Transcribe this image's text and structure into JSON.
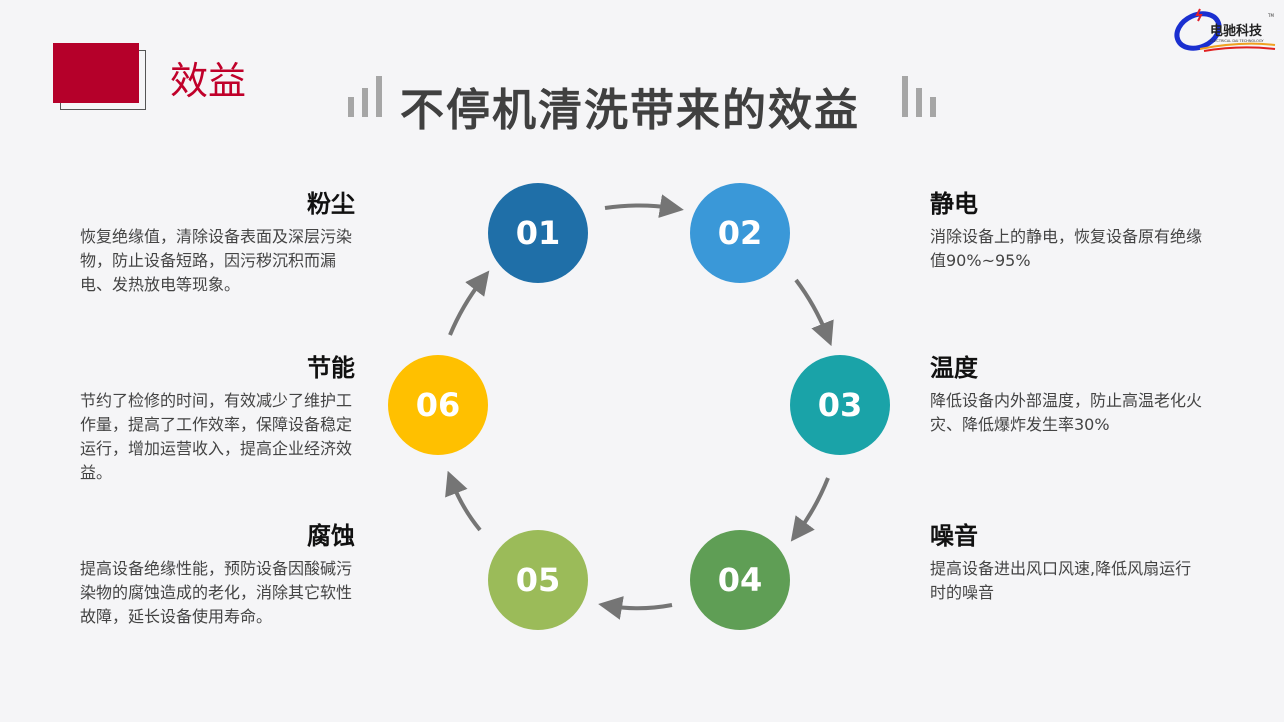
{
  "section_label": "效益",
  "title": "不停机清洗带来的效益",
  "logo": {
    "text": "电驰科技",
    "subtext": "ELECTRICAL DAI TECHNOLOGY",
    "tm": "TM"
  },
  "steps": [
    {
      "num": "01",
      "title": "粉尘",
      "desc": "恢复绝缘值，清除设备表面及深层污染物，防止设备短路，因污秽沉积而漏电、发热放电等现象。",
      "color": "#1f6fa8"
    },
    {
      "num": "02",
      "title": "静电",
      "desc": "消除设备上的静电，恢复设备原有绝缘值90%~95%",
      "color": "#3a98d8"
    },
    {
      "num": "03",
      "title": "温度",
      "desc": "降低设备内外部温度，防止高温老化火灾、降低爆炸发生率30%",
      "color": "#1aa3a8"
    },
    {
      "num": "04",
      "title": "噪音",
      "desc": "提高设备进出风口风速,降低风扇运行时的噪音",
      "color": "#5f9e55"
    },
    {
      "num": "05",
      "title": "腐蚀",
      "desc": "提高设备绝缘性能，预防设备因酸碱污染物的腐蚀造成的老化，消除其它软性故障，延长设备使用寿命。",
      "color": "#9bbb59"
    },
    {
      "num": "06",
      "title": "节能",
      "desc": "节约了检修的时间，有效减少了维护工作量，提高了工作效率，保障设备稳定运行，增加运营收入，提高企业经济效益。",
      "color": "#ffc000"
    }
  ]
}
